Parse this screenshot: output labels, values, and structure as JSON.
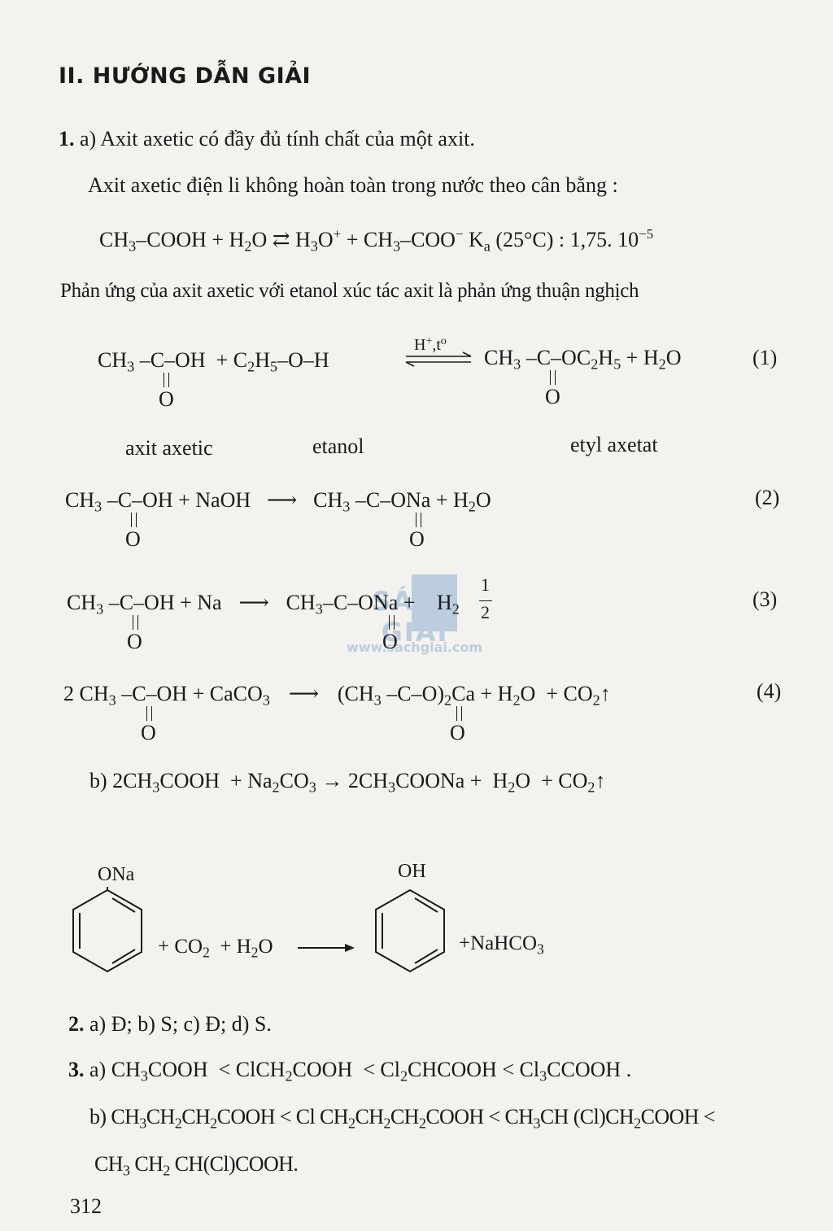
{
  "heading": "II. HƯỚNG DẪN GIẢI",
  "q1": {
    "num": "1.",
    "a_intro": "a) Axit axetic có đầy đủ tính chất của một axit.",
    "line2": "Axit axetic điện li không hoàn toàn trong nước theo cân bằng :",
    "line3": "Phản ứng của axit axetic với etanol xúc tác axit là phản ứng thuận nghịch",
    "names": {
      "acid": "axit axetic",
      "ethanol": "etanol",
      "ester": "etyl axetat"
    },
    "eq_labels": [
      "(1)",
      "(2)",
      "(3)",
      "(4)"
    ],
    "ka": "Ka (25°C) : 1,75. 10-5",
    "b_prefix": "b)"
  },
  "q2": {
    "num": "2.",
    "text": "a) Đ; b) S;  c) Đ; d) S."
  },
  "q3": {
    "num": "3.",
    "a_prefix": "a)",
    "b_prefix": "b)"
  },
  "watermark": {
    "brand": "SÁCH GIẢI",
    "url": "www.sachgiai.com"
  },
  "page_number": "312"
}
